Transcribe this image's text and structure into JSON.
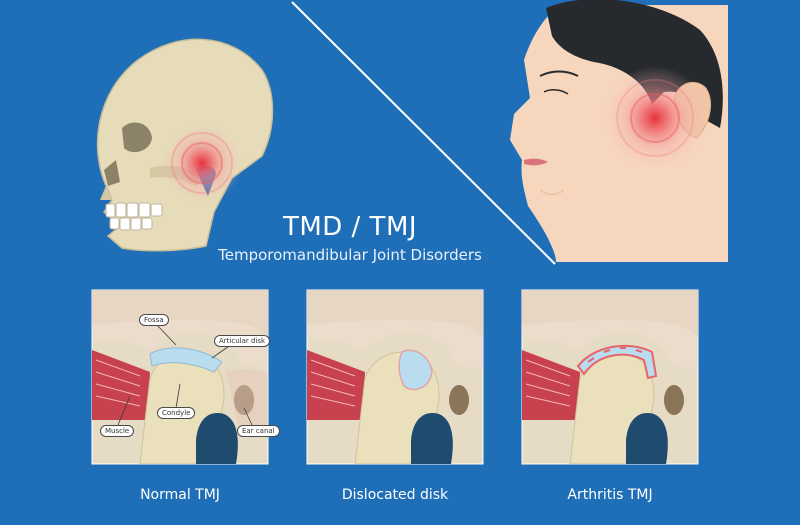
{
  "title": "TMD / TMJ",
  "subtitle": "Temporomandibular Joint Disorders",
  "panels": [
    {
      "caption": "Normal TMJ"
    },
    {
      "caption": "Dislocated disk"
    },
    {
      "caption": "Arthritis TMJ"
    }
  ],
  "callouts": {
    "fossa": "Fossa",
    "articular_disk": "Articular disk",
    "condyle": "Condyle",
    "muscle": "Muscle",
    "ear_canal": "Ear canal"
  },
  "colors": {
    "background": "#1f6fb8",
    "bone": "#e6dcb9",
    "panel_bg": "#e6dcc5",
    "muscle": "#c8414e",
    "disk": "#b9dcef",
    "pain": "#e84b53"
  }
}
